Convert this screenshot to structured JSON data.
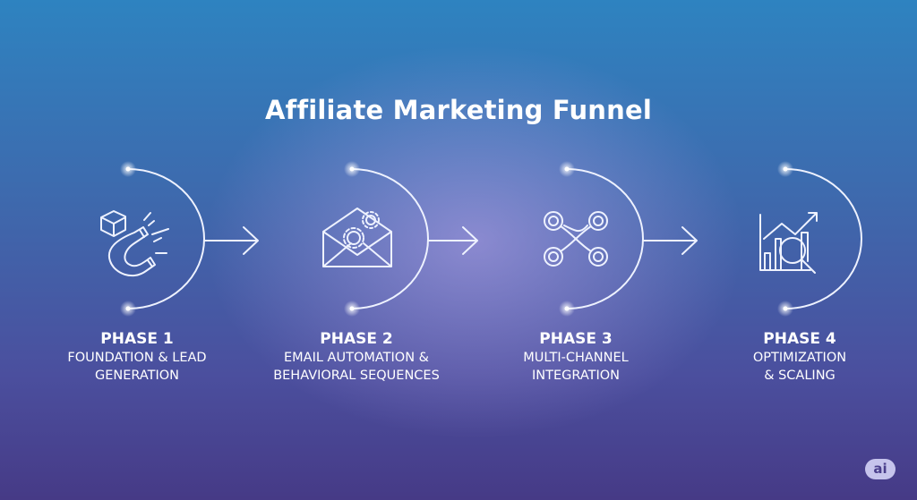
{
  "title": "Affiliate Marketing Funnel",
  "phases": [
    {
      "label": "PHASE 1",
      "line1": "FOUNDATION & LEAD",
      "line2": "GENERATION",
      "icon": "magnet-icon"
    },
    {
      "label": "PHASE 2",
      "line1": "EMAIL AUTOMATION &",
      "line2": "BEHAVIORAL SEQUENCES",
      "icon": "email-gear-icon"
    },
    {
      "label": "PHASE 3",
      "line1": "MULTI-CHANNEL",
      "line2": "INTEGRATION",
      "icon": "network-icon"
    },
    {
      "label": "PHASE 4",
      "line1": "OPTIMIZATION",
      "line2": "& SCALING",
      "icon": "chart-magnifier-icon"
    }
  ],
  "badge": "ai"
}
